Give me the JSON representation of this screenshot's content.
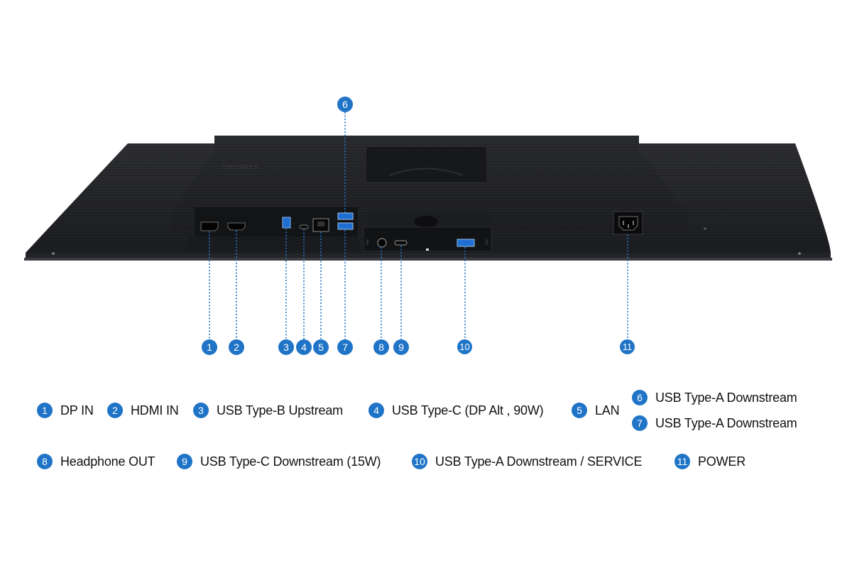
{
  "brand_text": "SAMSUNG",
  "accent_color": "#1f74c7",
  "callouts": [
    {
      "num": "1",
      "label": "DP IN"
    },
    {
      "num": "2",
      "label": "HDMI IN"
    },
    {
      "num": "3",
      "label": "USB Type-B Upstream"
    },
    {
      "num": "4",
      "label": "USB Type-C (DP Alt , 90W)"
    },
    {
      "num": "5",
      "label": "LAN"
    },
    {
      "num": "6",
      "label": "USB Type-A Downstream"
    },
    {
      "num": "7",
      "label": "USB Type-A Downstream"
    },
    {
      "num": "8",
      "label": "Headphone OUT"
    },
    {
      "num": "9",
      "label": "USB Type-C Downstream (15W)"
    },
    {
      "num": "10",
      "label": "USB Type-A Downstream / SERVICE"
    },
    {
      "num": "11",
      "label": "POWER"
    }
  ]
}
